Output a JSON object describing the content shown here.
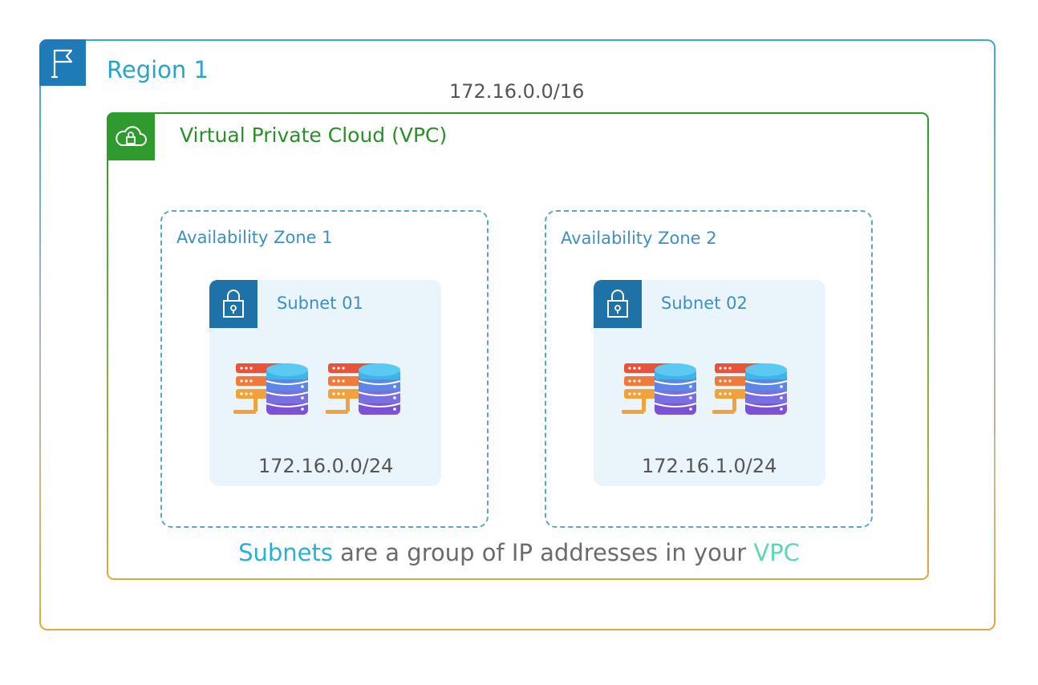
{
  "colors": {
    "region_accent": "#1f7ab8",
    "region_text": "#29a3cc",
    "vpc_accent": "#2f9b2f",
    "vpc_text": "#2a8f2a",
    "az_border": "#5aa6c9",
    "subnet_bg": "#eaf4fb",
    "subnet_icon": "#1f72a8",
    "caption_highlight_subnets": "#2ab0d6",
    "caption_highlight_vpc": "#5fd6b5"
  },
  "region": {
    "icon": "flag-icon",
    "title": "Region 1",
    "cidr": "172.16.0.0/16"
  },
  "vpc": {
    "icon": "cloud-lock-icon",
    "title": "Virtual Private Cloud (VPC)"
  },
  "zones": [
    {
      "title": "Availability Zone 1",
      "subnet": {
        "icon": "lock-icon",
        "title": "Subnet 01",
        "cidr": "172.16.0.0/24"
      }
    },
    {
      "title": "Availability Zone 2",
      "subnet": {
        "icon": "lock-icon",
        "title": "Subnet 02",
        "cidr": "172.16.1.0/24"
      }
    }
  ],
  "server_icon": "server-database-icon",
  "caption": {
    "word1": "Subnets",
    "middle": " are a group of IP addresses in your ",
    "word2": "VPC"
  }
}
